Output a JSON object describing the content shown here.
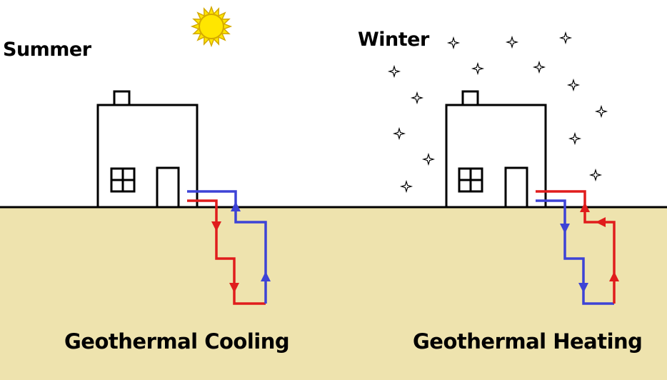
{
  "summer": {
    "season_label": "Summer",
    "caption": "Geothermal Cooling"
  },
  "winter": {
    "season_label": "Winter",
    "caption": "Geothermal Heating"
  },
  "colors": {
    "sky": "#ffffff",
    "ground": "#eee3ae",
    "outline": "#000000",
    "sun_fill": "#ffe600",
    "sun_ray": "#d4a900",
    "hot_pipe": "#e01c1c",
    "cold_pipe": "#3d43d6"
  }
}
